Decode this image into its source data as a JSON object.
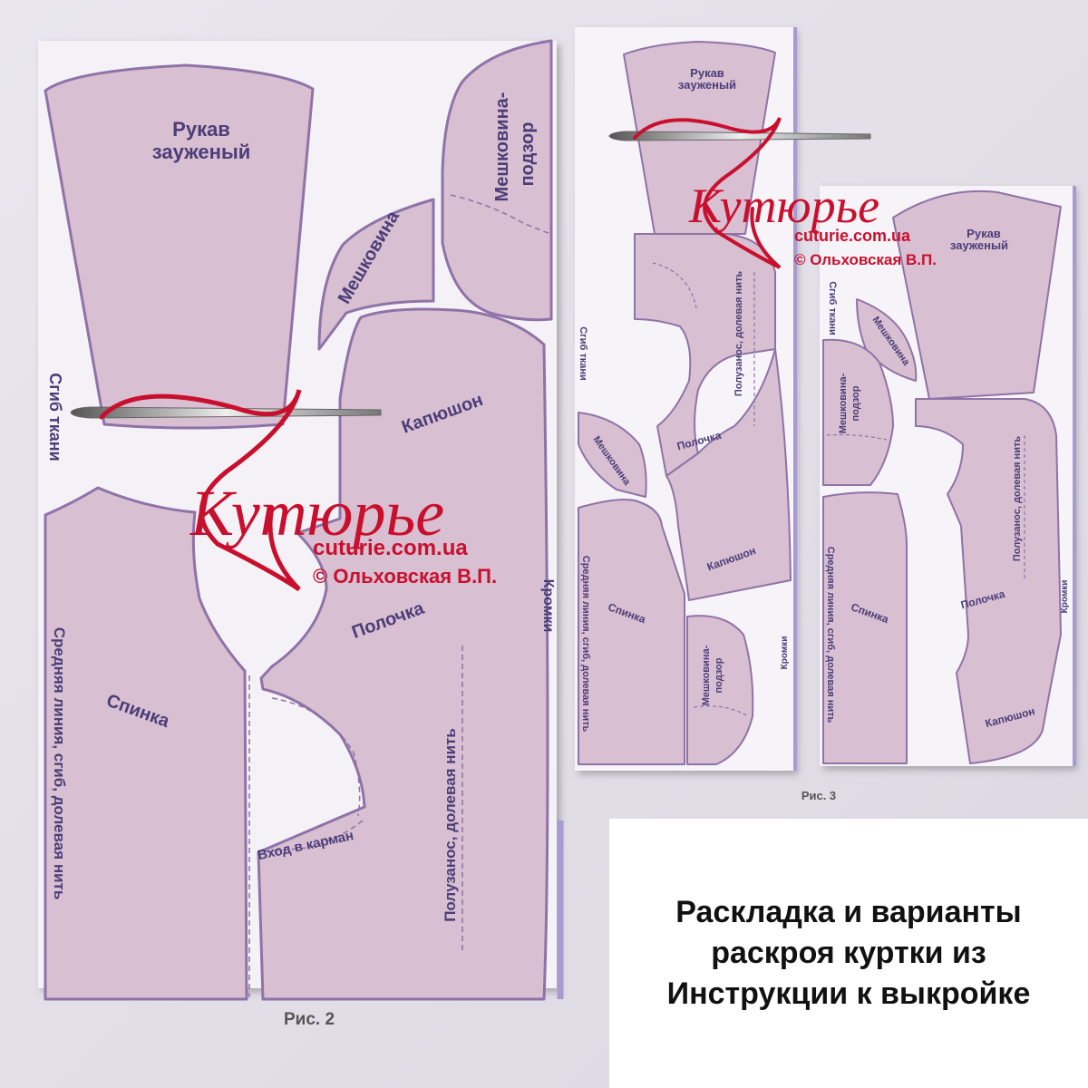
{
  "fig2": {
    "rukav": [
      "Рукав",
      "зауженый"
    ],
    "meshkovina": "Мешковина",
    "meshkovina_podzor": [
      "Мешковина-",
      "подзор"
    ],
    "sgib": "Сгиб ткани",
    "kapyushon": "Капюшон",
    "polochka": "Полочка",
    "kromki": "Кромки",
    "spinka": "Спинка",
    "srednyaya": "Средняя линия, сгиб, долевая нить",
    "vhod": "Вход в карман",
    "poluzanos": "Полузанос, долевая нить",
    "caption": "Рис. 2"
  },
  "fig3a": {
    "rukav": [
      "Рукав",
      "зауженый"
    ],
    "sgib": "Сгиб ткани",
    "meshkovina": "Мешковина",
    "polochka": "Полочка",
    "poluzanos": "Полузанос, долевая нить",
    "kapyushon": "Капюшон",
    "spinka": "Спинка",
    "srednyaya": "Средняя линия, сгиб, долевая нить",
    "meshkovina_podzor": [
      "Мешковина-",
      "подзор"
    ],
    "kromki": "Кромки",
    "caption": "Рис. 3"
  },
  "fig3b": {
    "rukav": [
      "Рукав",
      "зауженый"
    ],
    "sgib": "Сгиб ткани",
    "meshkovina": "Мешковина",
    "meshkovina_podzor": [
      "Мешковина-",
      "подзор"
    ],
    "polochka": "Полочка",
    "poluzanos": "Полузанос, долевая нить",
    "kapyushon": "Капюшон",
    "spinka": "Спинка",
    "srednyaya": "Средняя линия, сгиб, долевая нить",
    "kromki": "Кромки"
  },
  "watermark": {
    "logo": "Кутюрье",
    "site": "cuturie.com.ua",
    "author": "© Ольховская В.П."
  },
  "caption": {
    "lines": [
      "Раскладка и варианты",
      "раскроя куртки из",
      "Инструкции к выкройке"
    ]
  },
  "colors": {
    "piece_fill": "#d8bfd1",
    "piece_stroke": "#8f73a8",
    "label": "#4b3d78",
    "brand_red": "#c8102e",
    "selvage": "#a79bd0"
  }
}
